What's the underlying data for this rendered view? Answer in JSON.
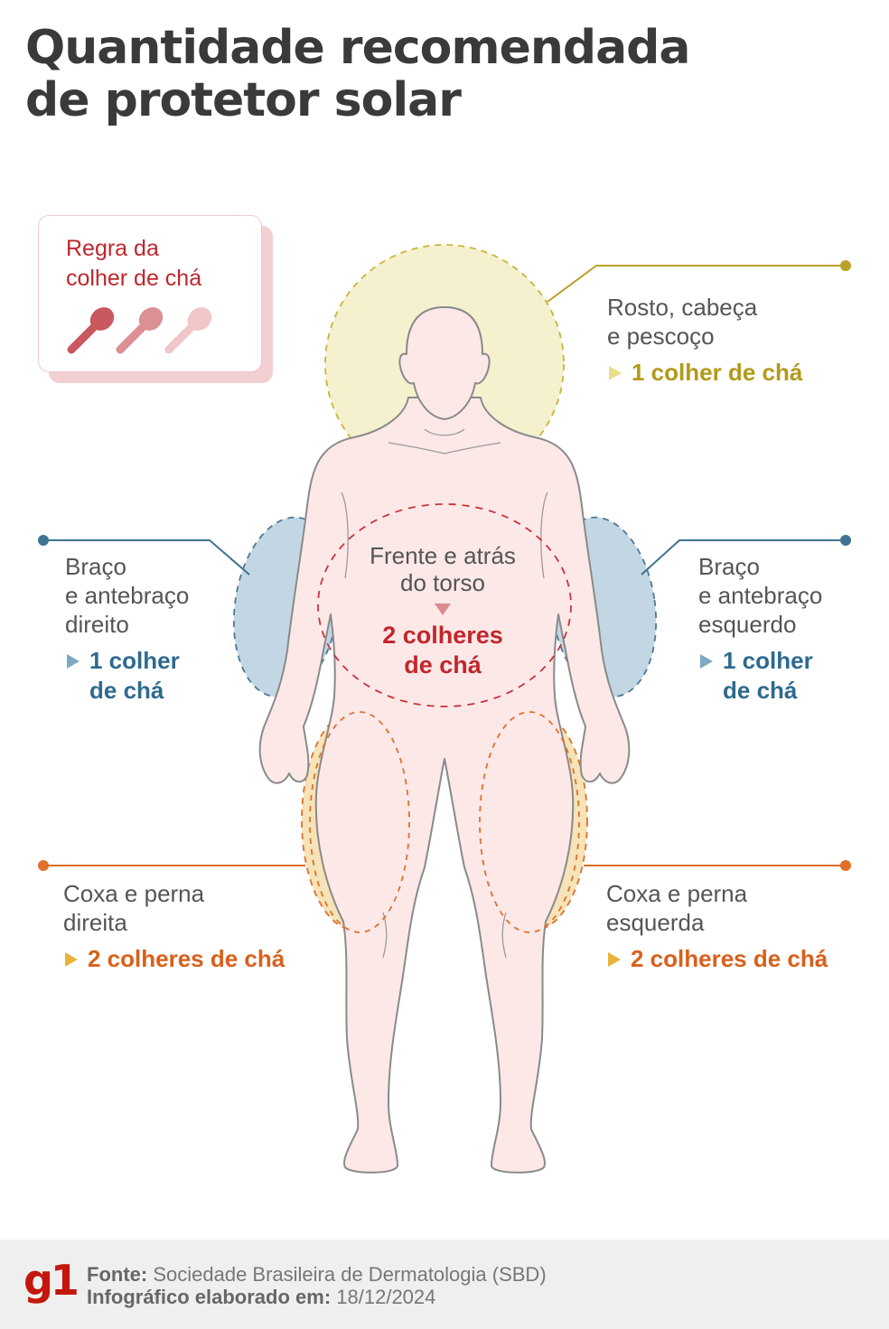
{
  "title": {
    "line1": "Quantidade recomendada",
    "line2": "de protetor solar"
  },
  "legend_card": {
    "title_line1": "Regra da",
    "title_line2": "colher de chá",
    "icons": [
      "spoon-icon-dark",
      "spoon-icon-medium",
      "spoon-icon-light"
    ]
  },
  "regions": {
    "head": {
      "desc_line1": "Rosto, cabeça",
      "desc_line2": "e pescoço",
      "amount_line1": "1 colher de chá",
      "color": "#b29a1a"
    },
    "torso": {
      "desc_line1": "Frente e atrás",
      "desc_line2": "do torso",
      "amount_line1": "2 colheres",
      "amount_line2": "de chá",
      "color": "#c0272d"
    },
    "arm_right": {
      "desc_line1": "Braço",
      "desc_line2": "e antebraço",
      "desc_line3": "direito",
      "amount_line1": "1 colher",
      "amount_line2": "de chá",
      "color": "#2e6a8e"
    },
    "arm_left": {
      "desc_line1": "Braço",
      "desc_line2": "e antebraço",
      "desc_line3": "esquerdo",
      "amount_line1": "1 colher",
      "amount_line2": "de chá",
      "color": "#2e6a8e"
    },
    "leg_right": {
      "desc_line1": "Coxa e perna",
      "desc_line2": "direita",
      "amount_line1": "2 colheres de chá",
      "color": "#d9601a"
    },
    "leg_left": {
      "desc_line1": "Coxa e perna",
      "desc_line2": "esquerda",
      "amount_line1": "2 colheres de chá",
      "color": "#d9601a"
    }
  },
  "footer": {
    "logo": "g1",
    "source_label": "Fonte:",
    "source_value": "Sociedade Brasileira de Dermatologia (SBD)",
    "date_label": "Infográfico elaborado em:",
    "date_value": "18/12/2024"
  }
}
